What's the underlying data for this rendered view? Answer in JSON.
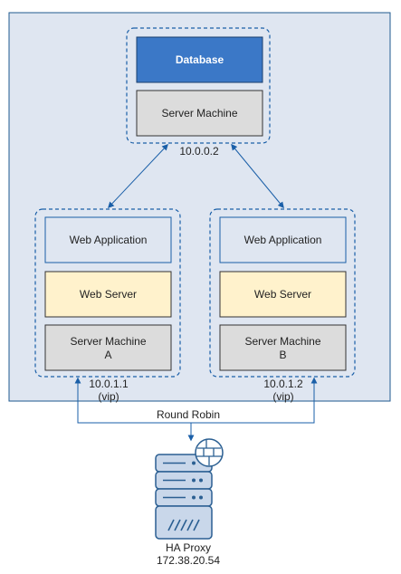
{
  "colors": {
    "panel_bg": "#dfe6f1",
    "panel_border": "#1f5a8f",
    "dashed_border": "#1a5fa8",
    "db_fill": "#3b78c7",
    "server_fill": "#dcdcdc",
    "webapp_fill": "#dfe6f1",
    "webserver_fill": "#fff2cc",
    "arrow": "#1a5fa8",
    "proxy_fill": "#c9d7ea",
    "proxy_stroke": "#2b5f92"
  },
  "database_node": {
    "db_label": "Database",
    "machine_label": "Server Machine",
    "ip": "10.0.0.2"
  },
  "node_a": {
    "webapp_label": "Web Application",
    "webserver_label": "Web Server",
    "machine_label_1": "Server Machine",
    "machine_label_2": "A",
    "ip": "10.0.1.1",
    "ip_note": "(vip)"
  },
  "node_b": {
    "webapp_label": "Web Application",
    "webserver_label": "Web Server",
    "machine_label_1": "Server Machine",
    "machine_label_2": "B",
    "ip": "10.0.1.2",
    "ip_note": "(vip)"
  },
  "connector": {
    "label": "Round Robin"
  },
  "proxy": {
    "name": "HA Proxy",
    "ip": "172.38.20.54",
    "icon": "server-firewall-icon"
  }
}
